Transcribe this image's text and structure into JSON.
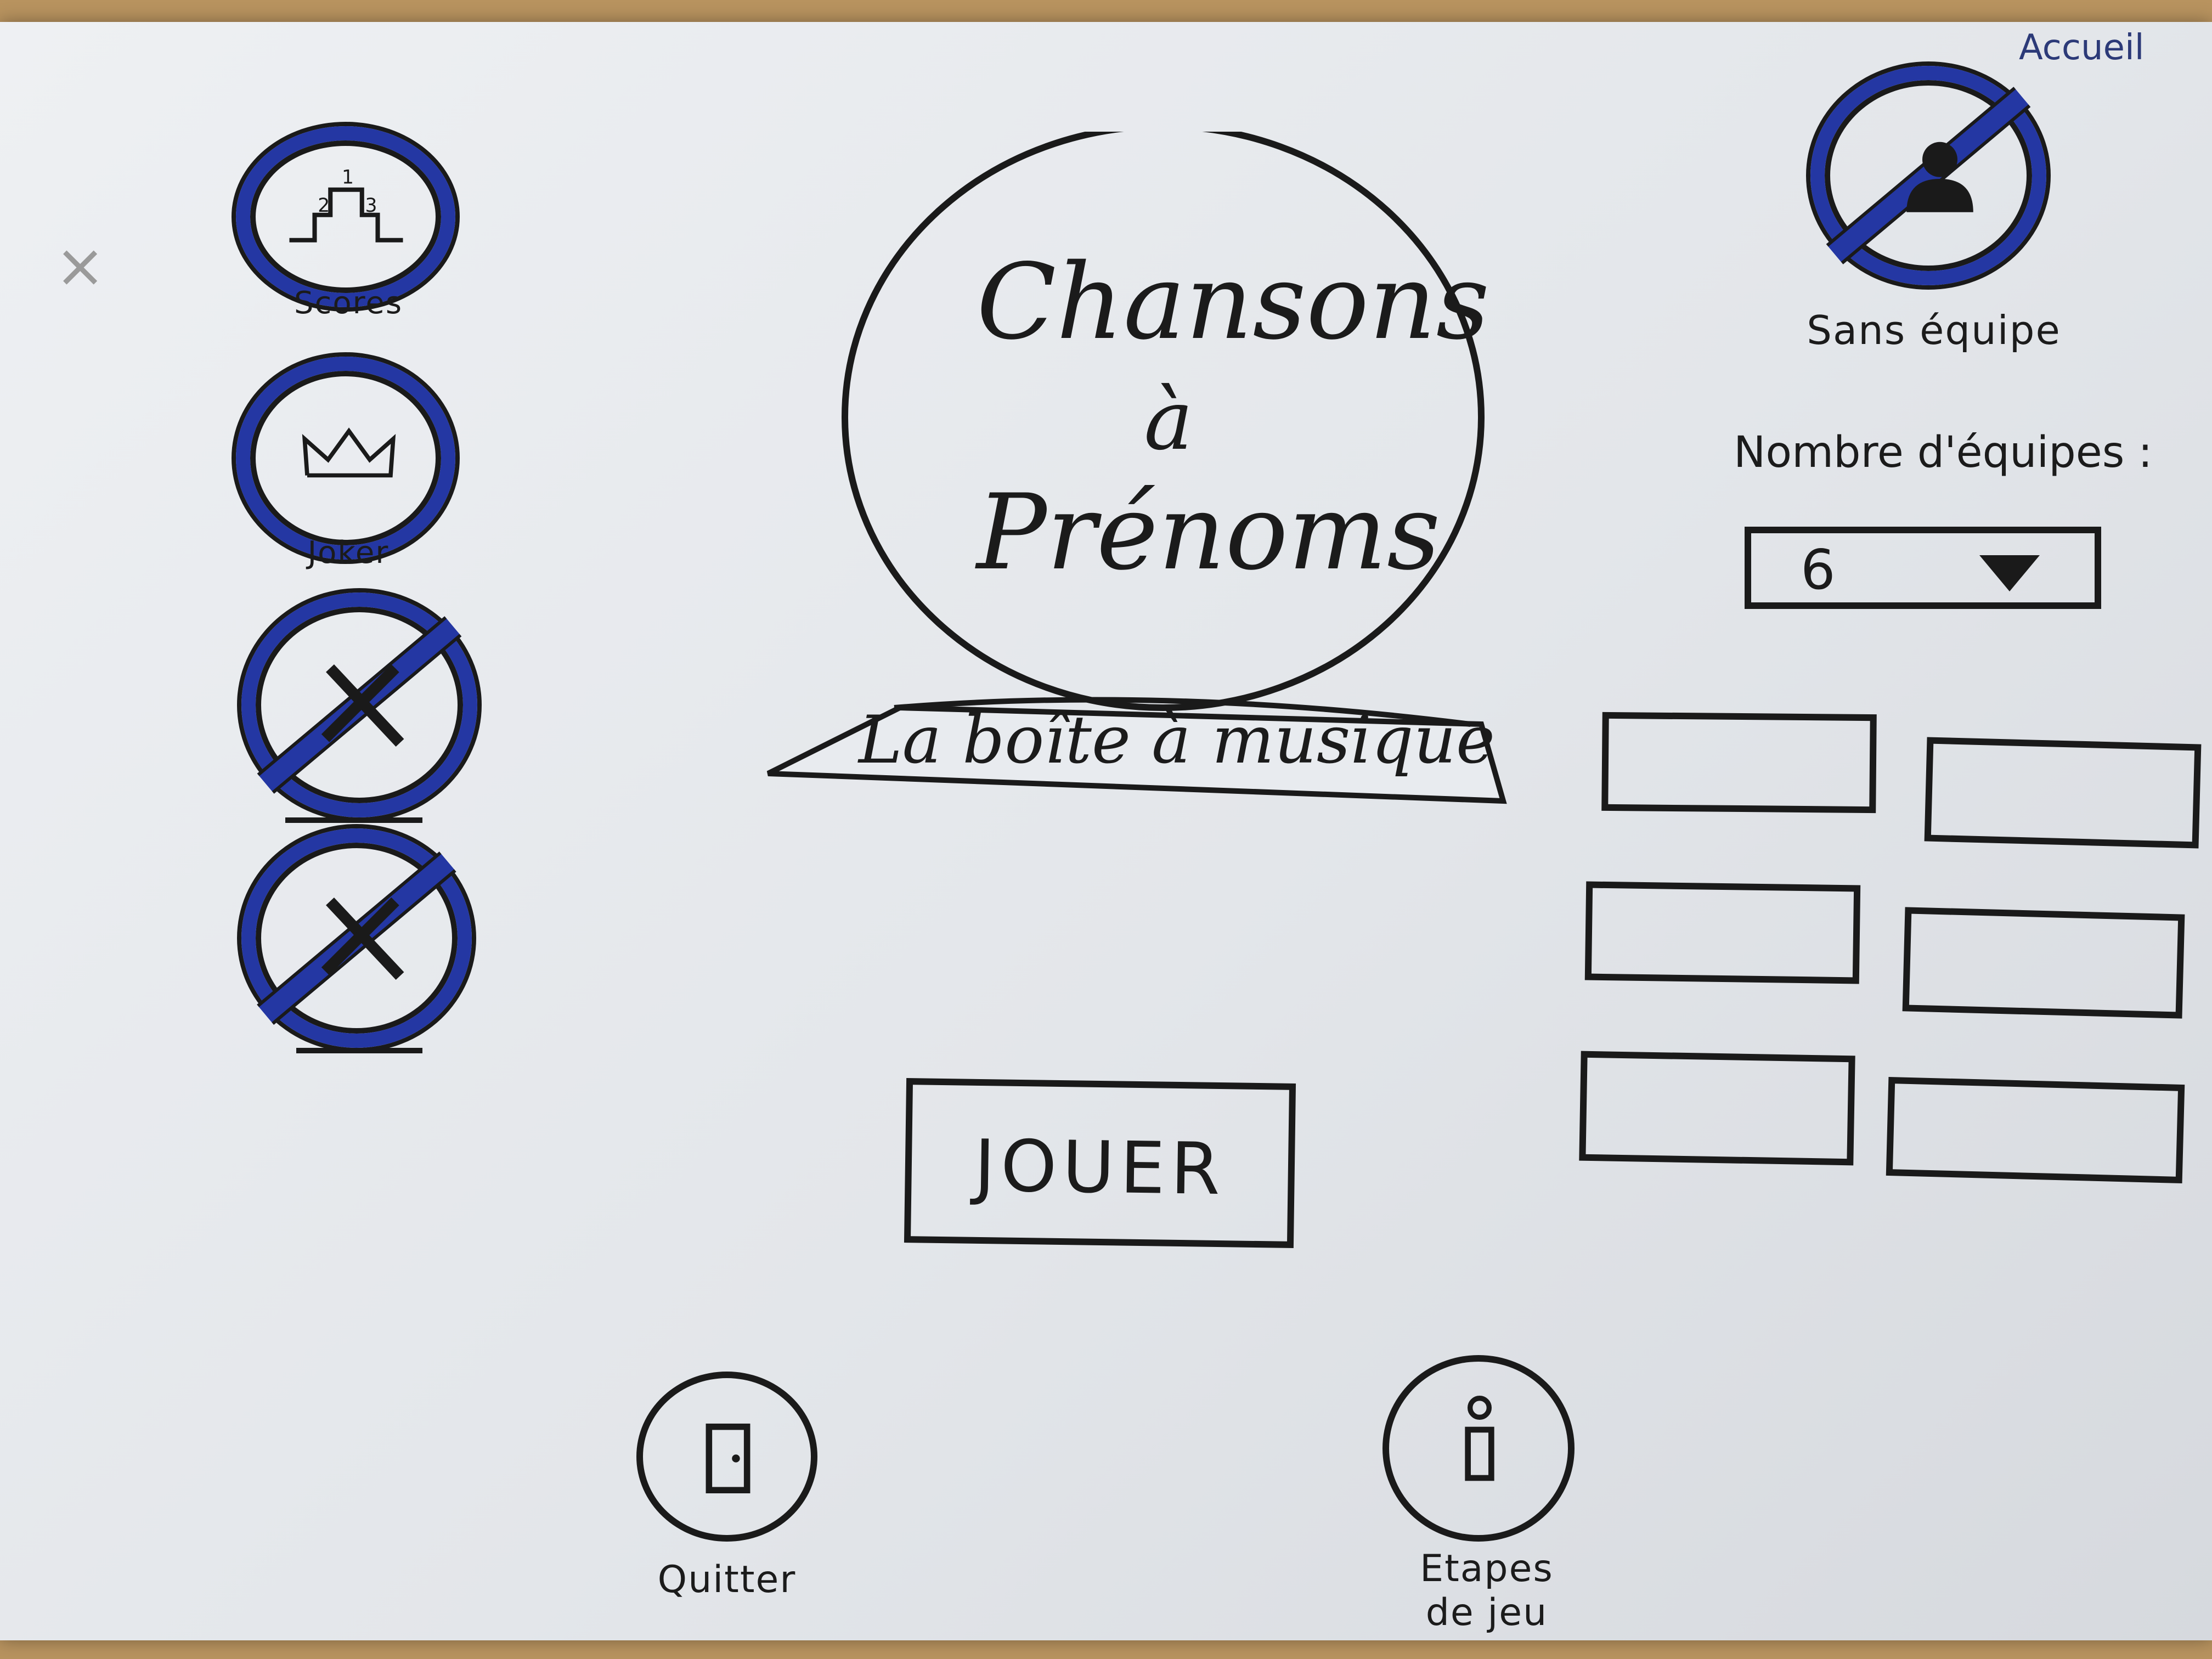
{
  "header": {
    "page_label": "Accueil"
  },
  "sidebar": {
    "scores_label": "Scores",
    "joker_label": "Joker",
    "podium_numbers": [
      "1",
      "2",
      "3"
    ]
  },
  "logo": {
    "title_line1": "Chansons",
    "title_line2": "à",
    "title_line3": "Prénoms",
    "subtitle": "La boîte à musique"
  },
  "teams": {
    "no_team_label": "Sans équipe",
    "count_label": "Nombre d'équipes :",
    "count_value": "6",
    "team_names": [
      "",
      "",
      "",
      "",
      "",
      ""
    ]
  },
  "actions": {
    "play_label": "JOUER",
    "quit_label": "Quitter",
    "steps_label_line1": "Etapes",
    "steps_label_line2": "de jeu"
  },
  "colors": {
    "accent": "#2437a3",
    "ink": "#1a1a1a",
    "paper": "#e8ebef"
  }
}
